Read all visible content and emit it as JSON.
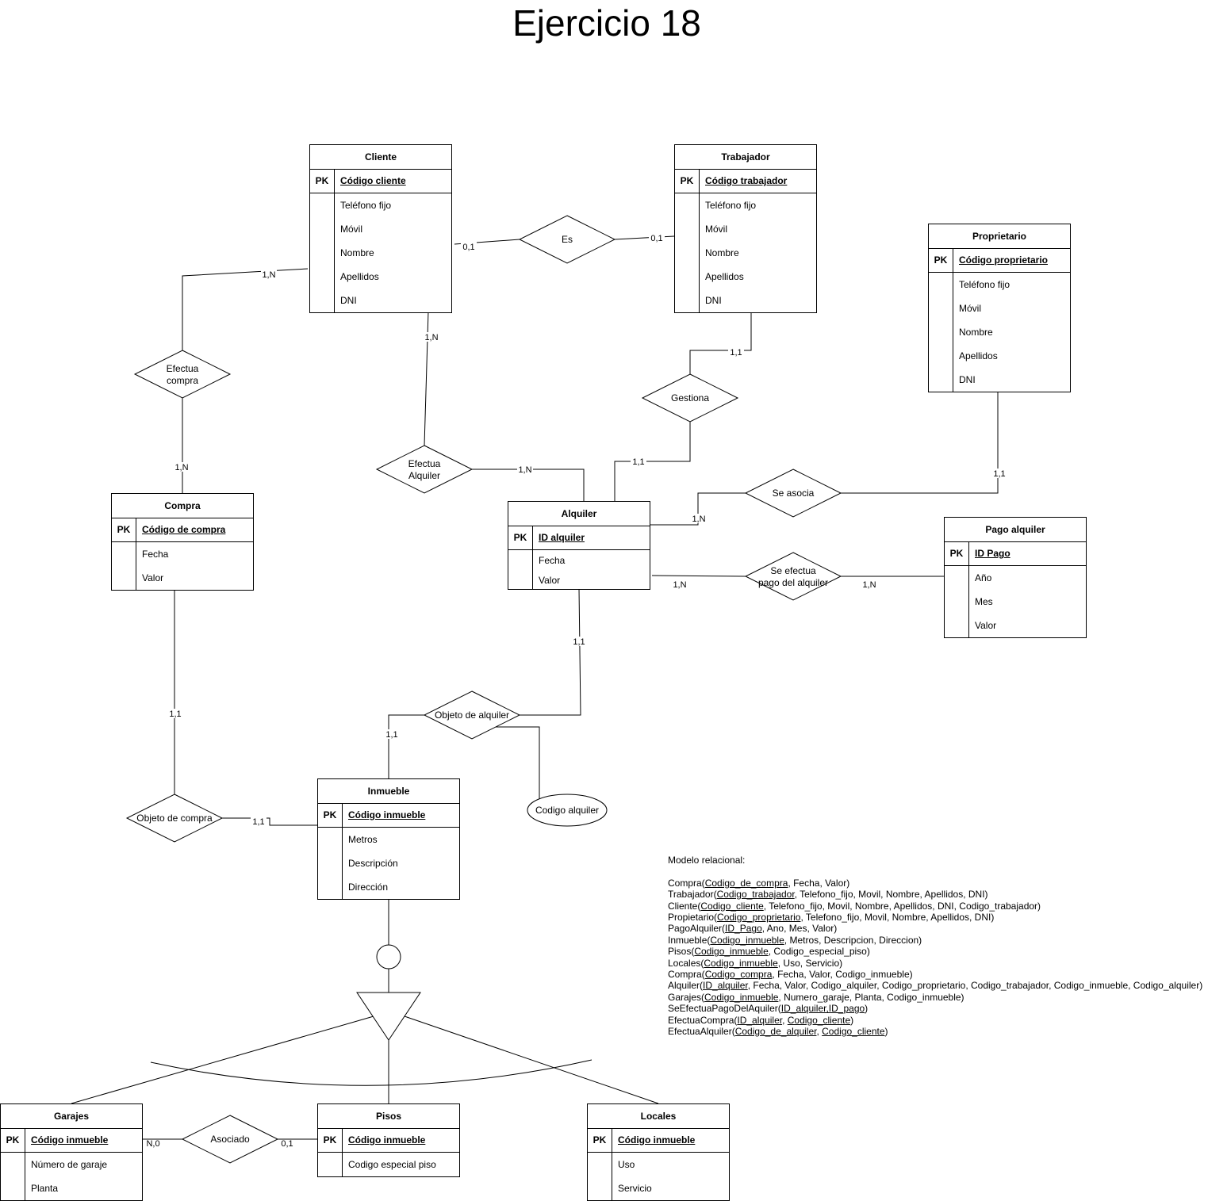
{
  "title": "Ejercicio 18",
  "entities": {
    "cliente": {
      "name": "Cliente",
      "pk_label": "PK",
      "pk": "Código cliente",
      "attrs": [
        "Teléfono fijo",
        "Móvil",
        "Nombre",
        "Apellidos",
        "DNI"
      ]
    },
    "trabajador": {
      "name": "Trabajador",
      "pk_label": "PK",
      "pk": "Código trabajador",
      "attrs": [
        "Teléfono fijo",
        "Móvil",
        "Nombre",
        "Apellidos",
        "DNI"
      ]
    },
    "propietario": {
      "name": "Proprietario",
      "pk_label": "PK",
      "pk": "Código proprietario",
      "attrs": [
        "Teléfono fijo",
        "Móvil",
        "Nombre",
        "Apellidos",
        "DNI"
      ]
    },
    "compra": {
      "name": "Compra",
      "pk_label": "PK",
      "pk": "Código de compra",
      "attrs": [
        "Fecha",
        "Valor"
      ]
    },
    "alquiler": {
      "name": "Alquiler",
      "pk_label": "PK",
      "pk": "ID alquiler",
      "attrs": [
        "Fecha",
        "Valor"
      ]
    },
    "pago": {
      "name": "Pago alquiler",
      "pk_label": "PK",
      "pk": "ID Pago",
      "attrs": [
        "Año",
        "Mes",
        "Valor"
      ]
    },
    "inmueble": {
      "name": "Inmueble",
      "pk_label": "PK",
      "pk": "Código inmueble",
      "attrs": [
        "Metros",
        "Descripción",
        "Dirección"
      ]
    },
    "garajes": {
      "name": "Garajes",
      "pk_label": "PK",
      "pk": "Código inmueble",
      "attrs": [
        "Número de garaje",
        "Planta"
      ]
    },
    "pisos": {
      "name": "Pisos",
      "pk_label": "PK",
      "pk": "Código inmueble",
      "attrs": [
        "Codigo especial piso"
      ]
    },
    "locales": {
      "name": "Locales",
      "pk_label": "PK",
      "pk": "Código inmueble",
      "attrs": [
        "Uso",
        "Servicio"
      ]
    }
  },
  "relationships": {
    "es": "Es",
    "gestiona": "Gestiona",
    "efectua_compra": [
      "Efectua",
      "compra"
    ],
    "efectua_alquiler": [
      "Efectua",
      "Alquiler"
    ],
    "se_asocia": "Se asocia",
    "se_efectua_pago": [
      "Se efectua",
      "pago del alquiler"
    ],
    "objeto_alquiler": "Objeto de alquiler",
    "objeto_compra": "Objeto de compra",
    "asociado": "Asociado"
  },
  "attribute_ellipse": "Codigo alquiler",
  "cardinalities": {
    "es_cliente": "0,1",
    "es_trabajador": "0,1",
    "cliente_efcompra": "1,N",
    "efcompra_compra": "1,N",
    "cliente_efalquiler": "1,N",
    "efalquiler_alquiler": "1,N",
    "trabajador_gestiona": "1,1",
    "gestiona_alquiler": "1,1",
    "propietario_asocia": "1,1",
    "asocia_alquiler": "1,N",
    "alquiler_pago": "1,N",
    "pago_pago": "1,N",
    "alquiler_objeto": "1,1",
    "objeto_inmueble": "1,1",
    "compra_objeto": "1,1",
    "objetocompra_inmueble": "1,1",
    "garajes_asociado": "N,0",
    "asociado_pisos": "0,1"
  },
  "relational_model": {
    "heading": "Modelo relacional:",
    "lines": [
      {
        "name": "Compra(",
        "key": "Codigo_de_compra",
        "rest": ", Fecha, Valor)"
      },
      {
        "name": "Trabajador(",
        "key": "Codigo_trabajador",
        "rest": ", Telefono_fijo, Movil, Nombre, Apellidos, DNI)"
      },
      {
        "name": "Cliente(",
        "key": "Codigo_cliente",
        "rest": ", Telefono_fijo, Movil, Nombre, Apellidos, DNI, Codigo_trabajador)"
      },
      {
        "name": "Propietario(",
        "key": "Codigo_proprietario",
        "rest": ", Telefono_fijo, Movil, Nombre, Apellidos, DNI)"
      },
      {
        "name": "PagoAlquiler(",
        "key": "ID_Pago",
        "rest": ", Ano, Mes, Valor)"
      },
      {
        "name": "Inmueble(",
        "key": "Codigo_inmueble",
        "rest": ", Metros, Descripcion, Direccion)"
      },
      {
        "name": "Pisos(",
        "key": "Codigo_inmueble",
        "rest": ", Codigo_especial_piso)"
      },
      {
        "name": "Locales(",
        "key": "Codigo_inmueble",
        "rest": ", Uso, Servicio)"
      },
      {
        "name": "Compra(",
        "key": "Codigo_compra",
        "rest": ", Fecha, Valor, Codigo_inmueble)"
      },
      {
        "name": "Alquiler(",
        "key": "ID_alquiler",
        "rest": ", Fecha, Valor, Codigo_alquiler, Codigo_proprietario, Codigo_trabajador, Codigo_inmueble, Codigo_alquiler)"
      },
      {
        "name": "Garajes(",
        "key": "Codigo_inmueble",
        "rest": ", Numero_garaje, Planta, Codigo_inmueble)"
      },
      {
        "name": "SeEfectuaPagoDelAquiler(",
        "key": "ID_alquiler,ID_pago",
        "rest": ")"
      },
      {
        "name": "EfectuaCompra(",
        "key": "ID_alquiler",
        "rest2_sep": ", ",
        "key2": "Codigo_cliente",
        "rest": ")"
      },
      {
        "name": "EfectuaAlquiler(",
        "key": "Codigo_de_alquiler",
        "rest2_sep": ", ",
        "key2": "Codigo_cliente",
        "rest": ")"
      }
    ]
  }
}
